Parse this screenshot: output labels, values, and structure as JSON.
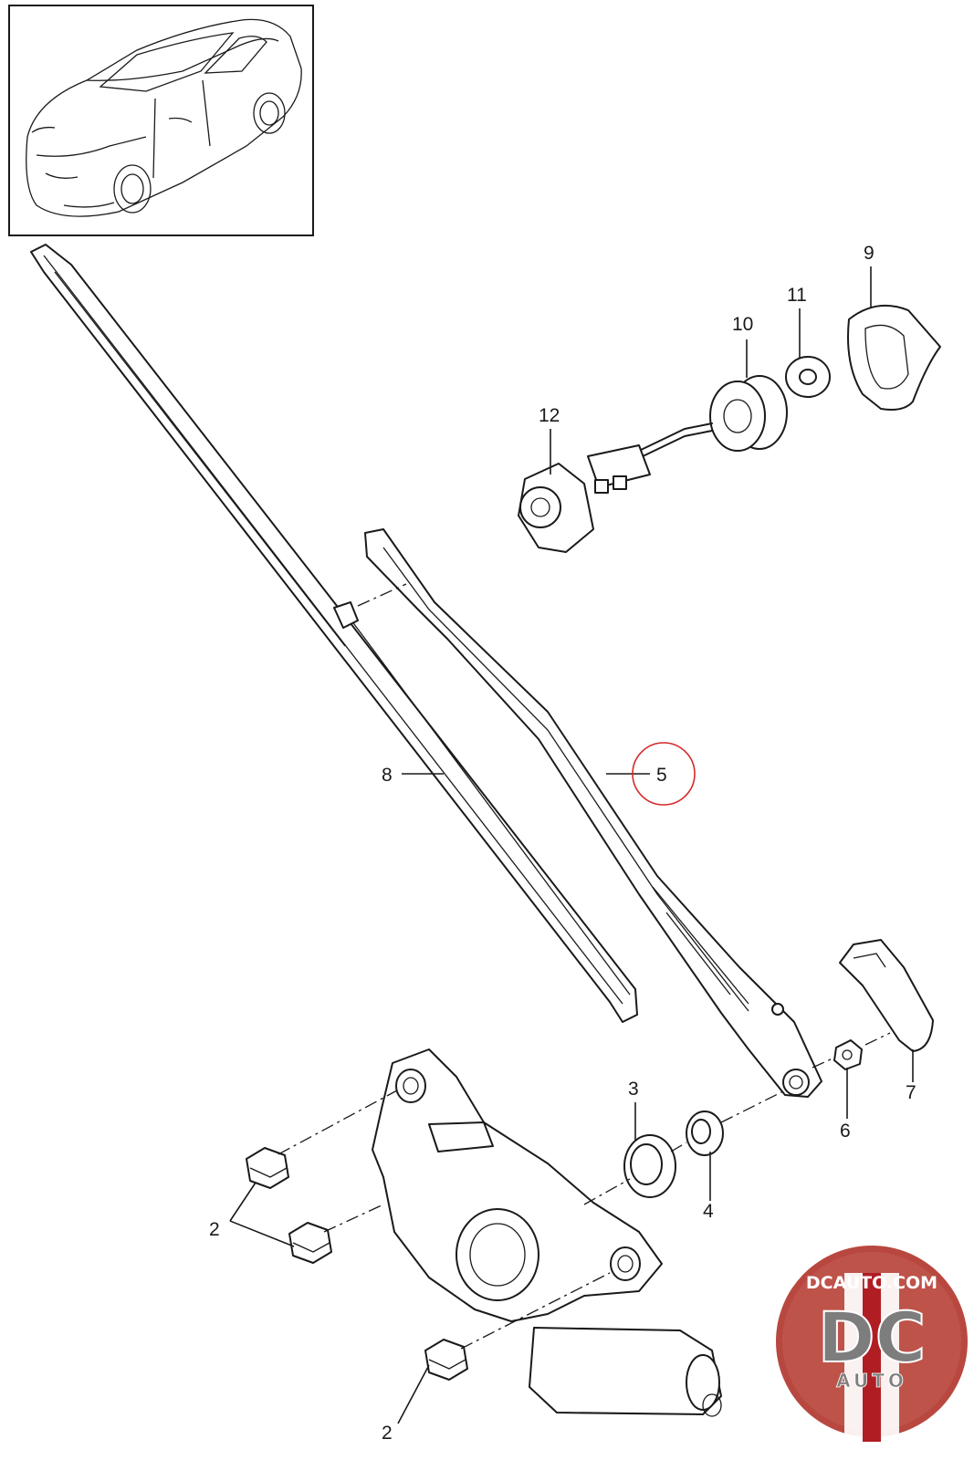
{
  "callouts": [
    {
      "id": "2",
      "label": "2"
    },
    {
      "id": "2b",
      "label": "2"
    },
    {
      "id": "3",
      "label": "3"
    },
    {
      "id": "4",
      "label": "4"
    },
    {
      "id": "5",
      "label": "5"
    },
    {
      "id": "6",
      "label": "6"
    },
    {
      "id": "7",
      "label": "7"
    },
    {
      "id": "8",
      "label": "8"
    },
    {
      "id": "9",
      "label": "9"
    },
    {
      "id": "10",
      "label": "10"
    },
    {
      "id": "11",
      "label": "11"
    },
    {
      "id": "12",
      "label": "12"
    }
  ],
  "highlight": {
    "callout": "5",
    "color": "#d42a2a"
  },
  "logo": {
    "site": "DCAUTO.COM",
    "mark": "DC",
    "word": "AUTO",
    "colors": {
      "badge": "#b8483f",
      "stripe": "#b01e24",
      "mark": "#7d7d7d"
    }
  },
  "colors": {
    "line": "#1a1a1a",
    "background": "#ffffff"
  }
}
